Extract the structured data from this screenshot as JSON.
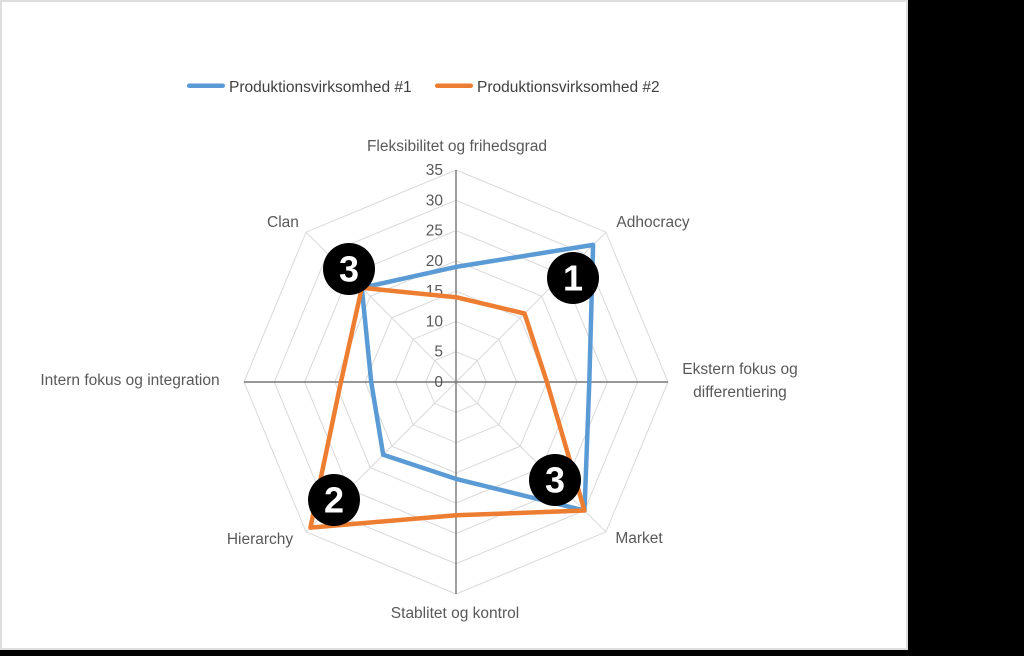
{
  "page": {
    "background": "#000000",
    "canvas_background": "#ffffff",
    "canvas_border": "#dedede"
  },
  "legend": {
    "position": "top",
    "items": [
      {
        "label": "Produktionsvirksomhed #1",
        "color": "#5B9BD5"
      },
      {
        "label": "Produktionsvirksomhed #2",
        "color": "#ED7D31"
      }
    ]
  },
  "chart_data": {
    "type": "radar",
    "categories": [
      "Fleksibilitet og frihedsgrad",
      "Adhocracy",
      "Ekstern fokus og\ndifferentiering",
      "Market",
      "Stablitet og kontrol",
      "Hierarchy",
      "Intern fokus og integration",
      "Clan"
    ],
    "series": [
      {
        "name": "Produktionsvirksomhed #1",
        "color": "#5B9BD5",
        "values": [
          19,
          32,
          22,
          30,
          16,
          17,
          14,
          22
        ]
      },
      {
        "name": "Produktionsvirksomhed #2",
        "color": "#ED7D31",
        "values": [
          14,
          16,
          15,
          30,
          22,
          34,
          19,
          22
        ]
      }
    ],
    "rlim": [
      0,
      35
    ],
    "ticks": [
      0,
      5,
      10,
      15,
      20,
      25,
      30,
      35
    ],
    "grid": true,
    "grid_color": "#D9D9D9",
    "axis_line_color": "#767676",
    "label_color": "#595959",
    "legend_position": "top",
    "annotations": [
      {
        "text": "3",
        "near": "Clan",
        "x": 347,
        "y": 267
      },
      {
        "text": "1",
        "near": "Adhocracy",
        "x": 571,
        "y": 276
      },
      {
        "text": "3",
        "near": "Market",
        "x": 553,
        "y": 478
      },
      {
        "text": "2",
        "near": "Hierarchy",
        "x": 332,
        "y": 498
      }
    ],
    "annotation_style": {
      "background": "#000000",
      "text_color": "#ffffff"
    }
  }
}
